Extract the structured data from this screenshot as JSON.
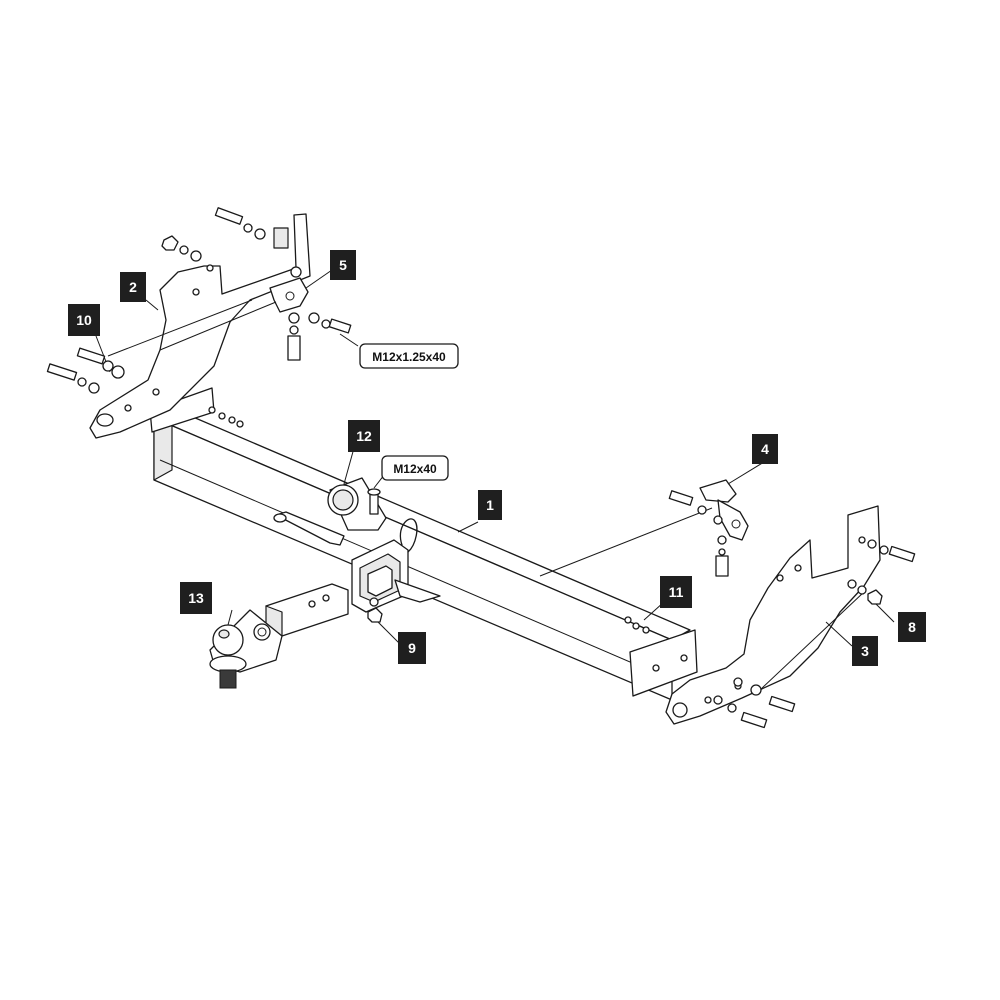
{
  "colors": {
    "line": "#1a1a1a",
    "callout_box": "#1f1f1f",
    "callout_text": "#ffffff",
    "background": "#ffffff"
  },
  "callouts": [
    {
      "id": "c1",
      "label": "1"
    },
    {
      "id": "c2",
      "label": "2"
    },
    {
      "id": "c3",
      "label": "3"
    },
    {
      "id": "c4",
      "label": "4"
    },
    {
      "id": "c5",
      "label": "5"
    },
    {
      "id": "c8",
      "label": "8"
    },
    {
      "id": "c9",
      "label": "9"
    },
    {
      "id": "c10",
      "label": "10"
    },
    {
      "id": "c11",
      "label": "11"
    },
    {
      "id": "c12",
      "label": "12"
    },
    {
      "id": "c13",
      "label": "13"
    }
  ],
  "specs": [
    {
      "id": "s1",
      "label": "M12x1.25x40"
    },
    {
      "id": "s2",
      "label": "M12x40"
    }
  ]
}
